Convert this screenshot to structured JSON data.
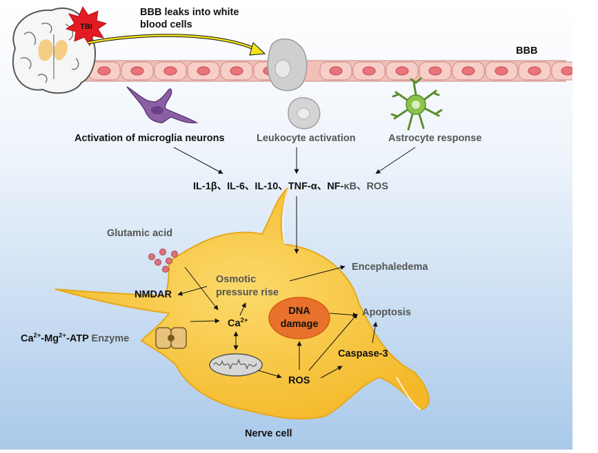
{
  "labels": {
    "tbi": "TBI",
    "bbb_leak_1": "BBB leaks into white",
    "bbb_leak_2": "blood cells",
    "bbb": "BBB",
    "microglia": "Activation of microglia neurons",
    "leukocyte": "Leukocyte activation",
    "astrocyte": "Astrocyte response",
    "cytokines": [
      {
        "text": "IL-1β",
        "color": "dark"
      },
      {
        "text": "、",
        "color": "dark"
      },
      {
        "text": "IL-6",
        "color": "dark"
      },
      {
        "text": "、",
        "color": "dark"
      },
      {
        "text": "IL-10",
        "color": "dark"
      },
      {
        "text": "、",
        "color": "dark"
      },
      {
        "text": "TNF-α",
        "color": "dark"
      },
      {
        "text": "、",
        "color": "dark"
      },
      {
        "text": "NF-",
        "color": "dark"
      },
      {
        "text": "κB",
        "color": "grey"
      },
      {
        "text": "、",
        "color": "grey"
      },
      {
        "text": "ROS",
        "color": "grey"
      }
    ],
    "glutamic_acid": "Glutamic acid",
    "nmdar": "NMDAR",
    "enzyme": {
      "ca": "Ca",
      "ca_sup": "2+",
      "mg": "-Mg",
      "mg_sup": "2+",
      "atp": "-ATP ",
      "word": "Enzyme"
    },
    "osmotic_1": "Osmotic",
    "osmotic_2": "pressure rise",
    "encephaledema": "Encephaledema",
    "calcium": {
      "base": "Ca",
      "sup": "2+"
    },
    "dna_1": "DNA",
    "dna_2": "damage",
    "apoptosis": "Apoptosis",
    "caspase": "Caspase-3",
    "ros": "ROS",
    "nerve_cell": "Nerve cell"
  },
  "colors": {
    "background_top": "#ffffff",
    "background_bottom": "#a9c9ea",
    "neuron": "#f7c63f",
    "neuron_edge": "#e6a81c",
    "endothelial": "#f8cfc8",
    "nucleus": "#e9747a",
    "microglia": "#8b5fa6",
    "astrocyte": "#8cc34a",
    "leukocyte": "#c9c9c9",
    "dna": "#e8722b",
    "tbi_burst": "#e31b23",
    "leak_arrow": "#f4e21b",
    "glutamate": "#d9747a"
  },
  "icons": [
    "brain-icon",
    "tbi-burst-icon",
    "microglia-icon",
    "leukocyte-icon",
    "astrocyte-icon",
    "nmdar-channel-icon",
    "mitochondrion-icon",
    "glutamate-vesicle-icon"
  ]
}
